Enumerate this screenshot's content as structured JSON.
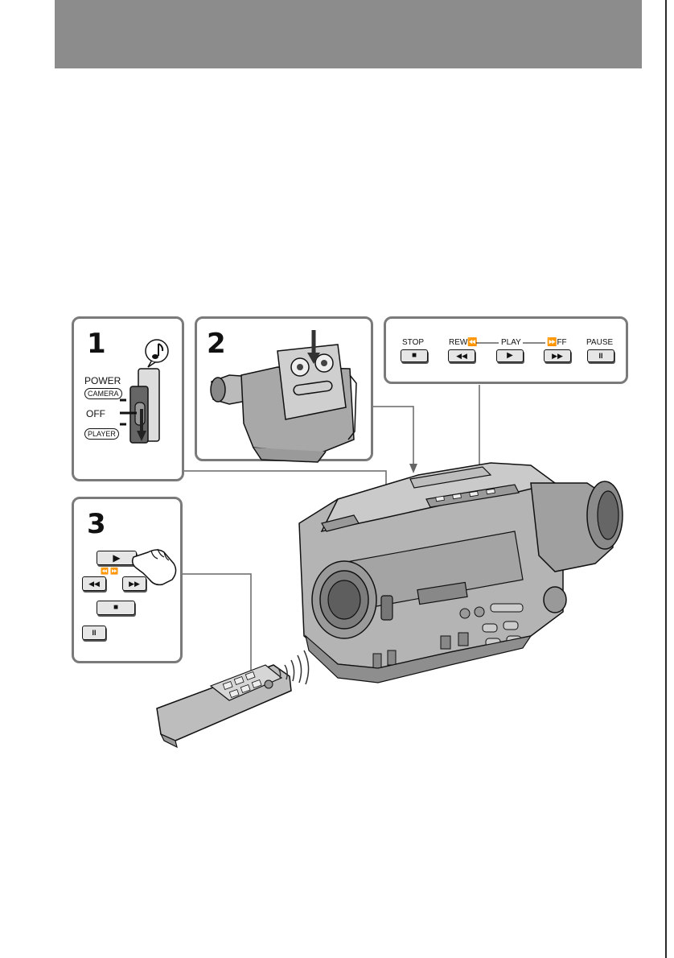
{
  "panels": {
    "step1": {
      "number": "1",
      "power_label": "POWER",
      "camera_label": "CAMERA",
      "off_label": "OFF",
      "player_label": "PLAYER",
      "note_icon": "music-note-icon"
    },
    "step2": {
      "number": "2"
    },
    "step3": {
      "number": "3",
      "keys": {
        "play": "▶",
        "rewind": "◀◀",
        "forward": "▶▶",
        "stop": "■",
        "pause": "II"
      },
      "search_marks": "⏪ ⏩"
    },
    "buttons": {
      "stop": {
        "label": "STOP",
        "symbol": "■"
      },
      "rew": {
        "label": "REW⏪",
        "symbol": "◀◀"
      },
      "play": {
        "label": "PLAY",
        "symbol": "▶"
      },
      "ff": {
        "label": "⏩FF",
        "symbol": "▶▶"
      },
      "pause": {
        "label": "PAUSE",
        "symbol": "II"
      }
    }
  }
}
